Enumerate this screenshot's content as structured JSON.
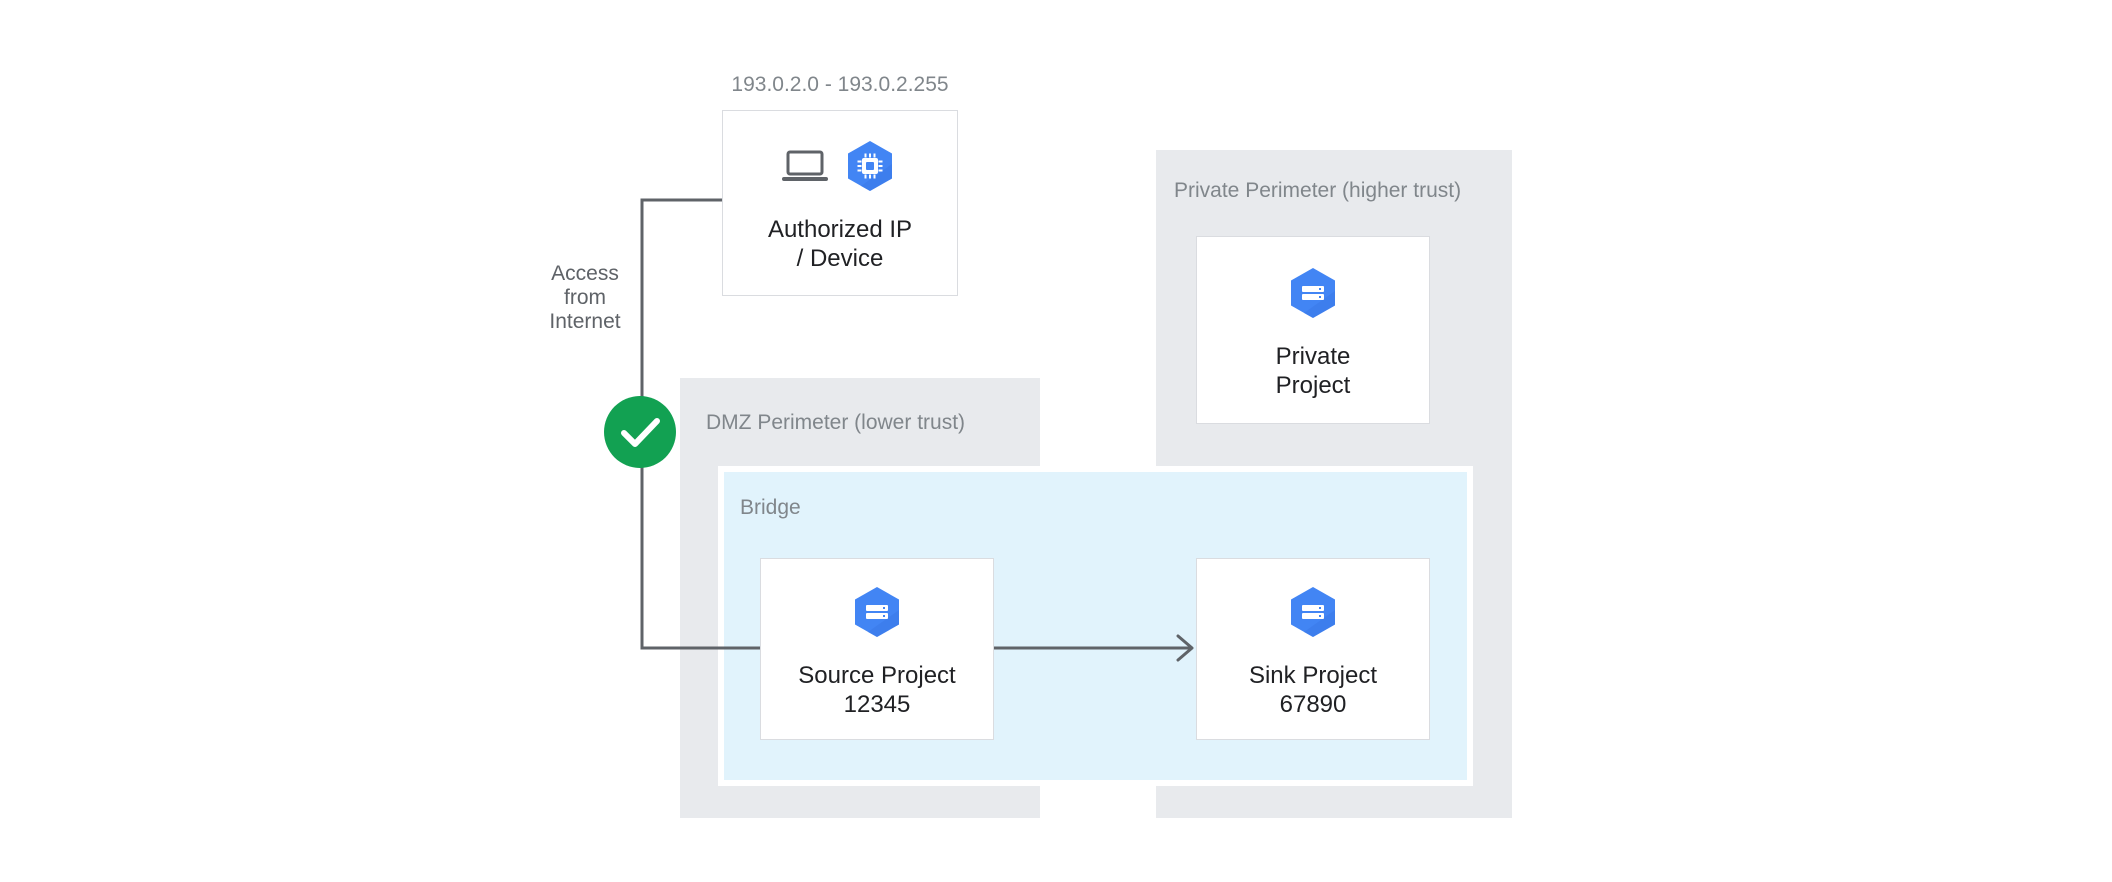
{
  "diagram": {
    "title": "VPC Service Controls bridge between DMZ and private perimeters",
    "colors": {
      "perimeter_fill": "#e8eaed",
      "bridge_fill": "#e1f3fc",
      "card_fill": "#ffffff",
      "card_border": "#dadce0",
      "icon_blue": "#4285f4",
      "icon_blue_shadow": "#3b78e7",
      "allow_green": "#12a152",
      "connector_grey": "#5f6368",
      "label_grey": "#80868b",
      "text_dark": "#202124"
    }
  },
  "perimeters": [
    {
      "id": "dmz",
      "label": "DMZ Perimeter (lower trust)"
    },
    {
      "id": "private",
      "label": "Private Perimeter (higher trust)"
    }
  ],
  "bridge": {
    "label": "Bridge"
  },
  "device": {
    "ip_range": "193.0.2.0 - 193.0.2.255",
    "label": "Authorized IP\n/ Device",
    "icons": [
      "laptop-icon",
      "iot-chip-hexagon-icon"
    ]
  },
  "nodes": [
    {
      "id": "private-project",
      "label": "Private\nProject",
      "icon": "project-hexagon-icon"
    },
    {
      "id": "source-project",
      "label": "Source Project\n12345",
      "icon": "project-hexagon-icon"
    },
    {
      "id": "sink-project",
      "label": "Sink Project\n67890",
      "icon": "project-hexagon-icon"
    }
  ],
  "connectors": {
    "internet_access_label": "Access\nfrom\nInternet",
    "allow_badge": "check-circle-icon",
    "bridge_arrow": "arrow-right-icon"
  }
}
